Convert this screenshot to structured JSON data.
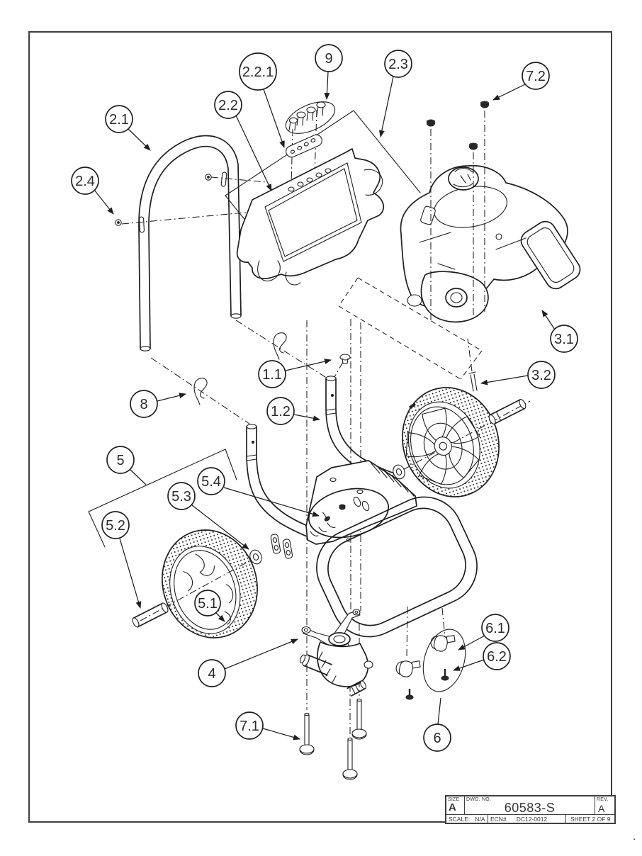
{
  "drawing": {
    "title_block": {
      "size_label": "SIZE",
      "size_value": "A",
      "dwg_label": "DWG. NO.",
      "dwg_value": "60583-S",
      "rev_label": "REV.",
      "rev_value": "A",
      "scale_label": "SCALE:",
      "scale_value": "N/A",
      "ecn_label": "ECN#",
      "ecn_value": "DC12-0012",
      "sheet_text": "SHEET 2 OF 9"
    },
    "corner_dot": "."
  },
  "callouts": [
    {
      "label": "2.1"
    },
    {
      "label": "2.2"
    },
    {
      "label": "2.2.1"
    },
    {
      "label": "9"
    },
    {
      "label": "2.3"
    },
    {
      "label": "7.2"
    },
    {
      "label": "2.4"
    },
    {
      "label": "3.1"
    },
    {
      "label": "3.2"
    },
    {
      "label": "1.1"
    },
    {
      "label": "8"
    },
    {
      "label": "1.2"
    },
    {
      "label": "5"
    },
    {
      "label": "5.4"
    },
    {
      "label": "5.3"
    },
    {
      "label": "5.2"
    },
    {
      "label": "5.1"
    },
    {
      "label": "4"
    },
    {
      "label": "7.1"
    },
    {
      "label": "6.1"
    },
    {
      "label": "6.2"
    },
    {
      "label": "6"
    }
  ],
  "colors": {
    "ink": "#1f1f1f",
    "border": "#3f3f3f",
    "paper": "#ffffff"
  }
}
